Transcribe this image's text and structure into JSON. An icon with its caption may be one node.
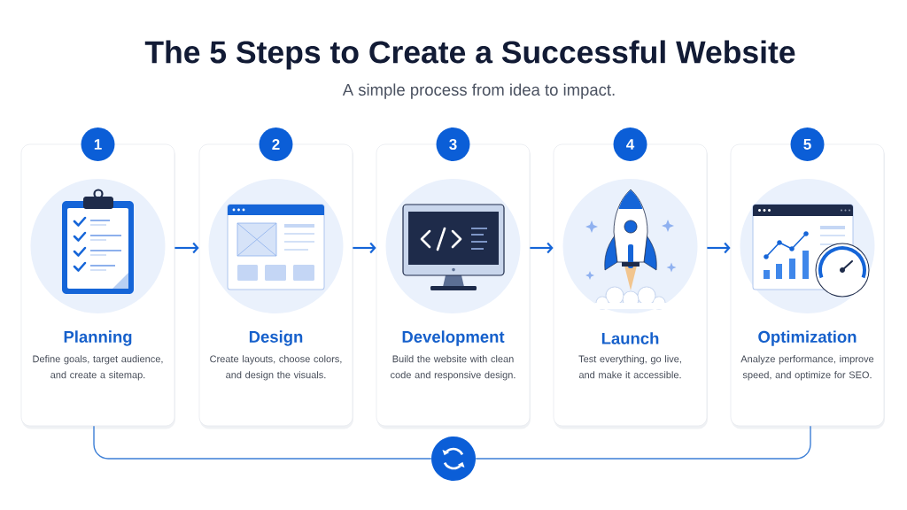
{
  "diagram": {
    "title": "The 5 Steps to Create a Successful Website",
    "nodes": [
      {
        "text": [
          "1"
        ]
      },
      {
        "text": [
          "Planning",
          "Define goals, target audience, and create a sitemap."
        ]
      },
      {
        "text": [
          "2"
        ]
      },
      {
        "text": [
          "Design",
          "Create layouts, choose colors, and design the visuals."
        ]
      },
      {
        "text": [
          "3"
        ]
      },
      {
        "text": [
          "Development",
          "Build the website with clean code and responsive design."
        ]
      },
      {
        "text": [
          "4"
        ]
      },
      {
        "text": [
          "Launch",
          "Test everything, go live, and make it accessible."
        ]
      },
      {
        "text": [
          "5"
        ]
      },
      {
        "text": [
          "Optimization",
          "Analyze performance, improve speed, and optimize for SEO."
        ]
      },
      {
        "text": [],
        "shape": "circle"
      }
    ],
    "edges": [
      {
        "from": 1,
        "to": 3,
        "arrow": "to"
      },
      {
        "from": 3,
        "to": 5,
        "arrow": "to"
      },
      {
        "from": 5,
        "to": 7,
        "arrow": "to"
      },
      {
        "from": 7,
        "to": 9,
        "arrow": "to"
      },
      {
        "from": 1,
        "to": 10,
        "arrow": "none",
        "color": "#3d7fd6"
      },
      {
        "from": 10,
        "to": 9,
        "arrow": "none",
        "color": "#3d7fd6"
      }
    ],
    "labels": [
      "A simple process from idea to impact."
    ]
  }
}
